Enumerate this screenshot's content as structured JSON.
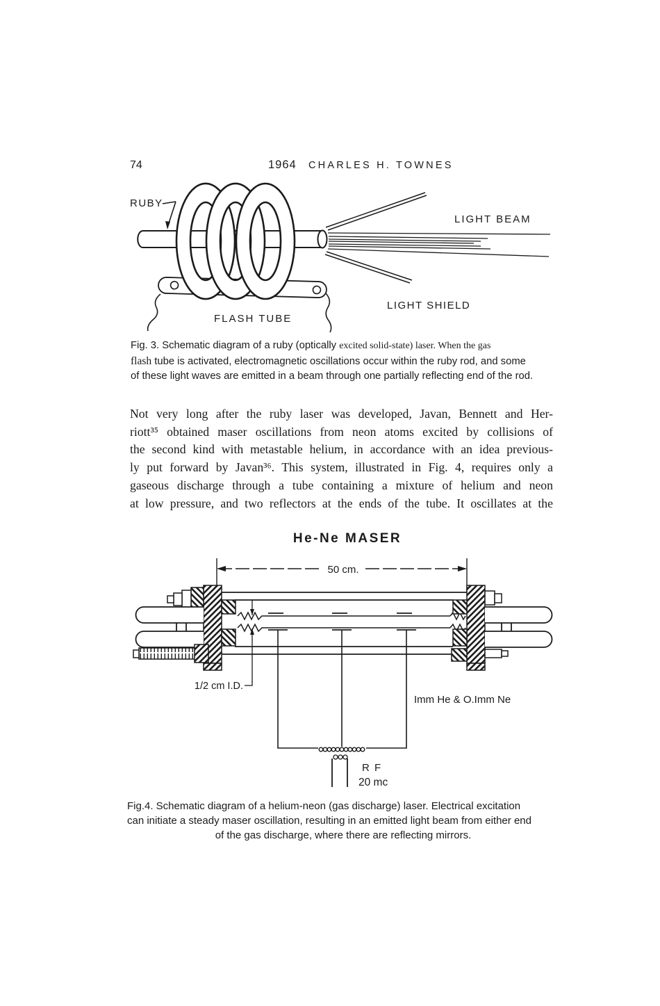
{
  "header": {
    "page_number": "74",
    "year": "1964",
    "author": "CHARLES H. TOWNES"
  },
  "fig3": {
    "labels": {
      "ruby": "RUBY",
      "light_beam": "LIGHT BEAM",
      "light_shield": "LIGHT SHIELD",
      "flash_tube": "FLASH TUBE"
    },
    "caption": {
      "line1_a": "Fig. 3. Schematic diagram of a ruby (optically",
      "line1_b": "excited solid-state) laser. When the gas",
      "line2_a": "flash",
      "line2_b": "tube is activated, electromagnetic oscillations occur within the ruby rod, and some",
      "line3": "of these light waves are emitted in a beam through one partially reflecting end of the rod."
    }
  },
  "paragraph": {
    "lines": [
      "Not very long after the ruby laser was developed, Javan, Bennett and Her-",
      "riott³⁵ obtained maser oscillations from neon atoms excited by collisions of",
      "the second kind with metastable helium, in accordance with an idea previous-",
      "ly put forward by Javan³⁶. This system, illustrated in Fig. 4, requires only a",
      "gaseous discharge through a tube containing a mixture of helium and neon",
      "at low pressure, and two reflectors at the ends of the tube. It oscillates at the"
    ]
  },
  "fig4": {
    "title": "He-Ne MASER",
    "labels": {
      "length": "50 cm.",
      "inner_diameter": "1/2 cm I.D.",
      "gas_mixture": "Imm He & O.Imm Ne",
      "rf": "R F",
      "frequency": "20 mc"
    },
    "caption": {
      "line1": "Fig.4. Schematic diagram of a helium-neon (gas discharge) laser. Electrical excitation",
      "line2": "can initiate a steady maser oscillation, resulting in an emitted light beam from either end",
      "line3": "of the gas discharge, where there are reflecting mirrors."
    }
  }
}
